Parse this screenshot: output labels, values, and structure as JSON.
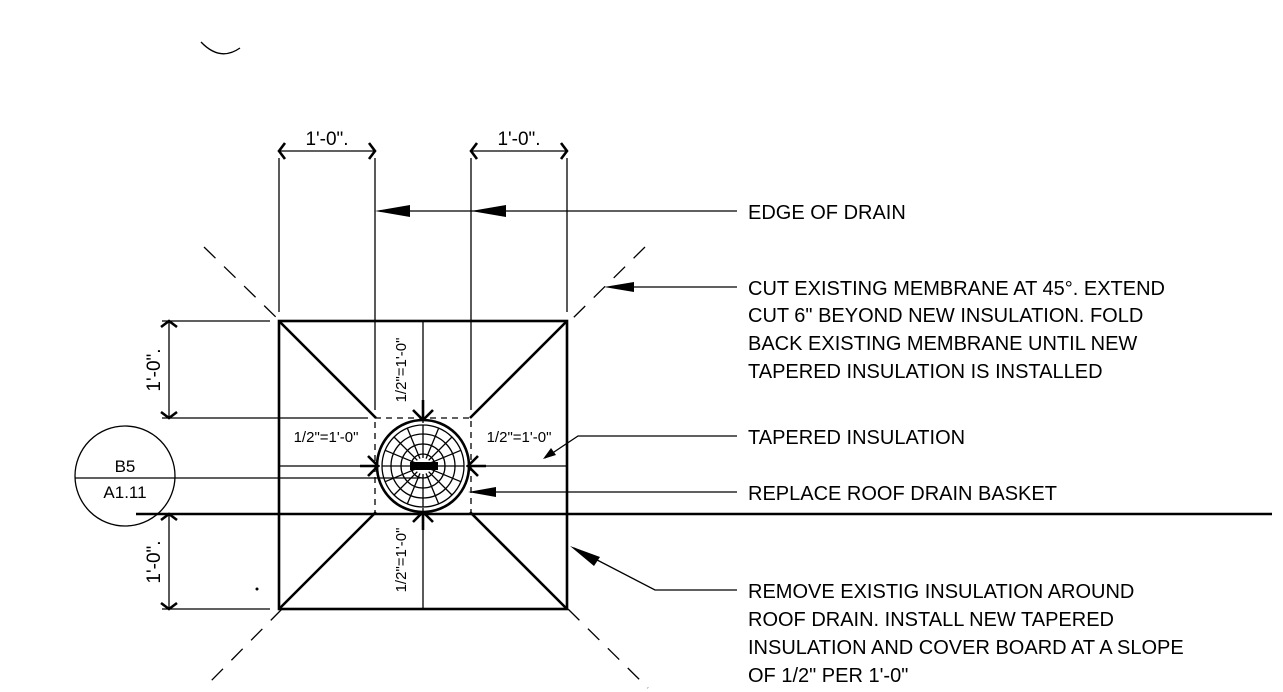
{
  "dimensions": {
    "top_left": "1'-0\".",
    "top_right": "1'-0\".",
    "left_upper": "1'-0\".",
    "left_lower": "1'-0\"."
  },
  "slopes": {
    "top": "1/2\"=1'-0\"",
    "bottom": "1/2\"=1'-0\"",
    "left": "1/2\"=1'-0\"",
    "right": "1/2\"=1'-0\""
  },
  "section_tag": {
    "detail": "B5",
    "sheet": "A1.11"
  },
  "callouts": [
    {
      "lines": [
        "EDGE OF DRAIN"
      ]
    },
    {
      "lines": [
        "CUT EXISTING MEMBRANE AT 45°. EXTEND",
        "CUT 6\" BEYOND NEW INSULATION. FOLD",
        "BACK EXISTING MEMBRANE UNTIL NEW",
        "TAPERED INSULATION IS INSTALLED"
      ]
    },
    {
      "lines": [
        "TAPERED INSULATION"
      ]
    },
    {
      "lines": [
        "REPLACE ROOF DRAIN BASKET"
      ]
    },
    {
      "lines": [
        "REMOVE EXISTIG INSULATION AROUND",
        "ROOF DRAIN. INSTALL NEW TAPERED",
        "INSULATION AND COVER BOARD AT A SLOPE",
        "OF 1/2\" PER 1'-0\""
      ]
    }
  ]
}
